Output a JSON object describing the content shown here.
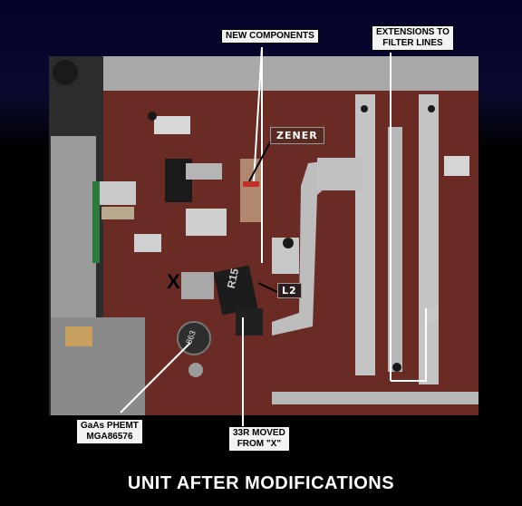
{
  "photo": {
    "subject": "circuit-board-photo",
    "colors": {
      "background": "#000000",
      "substrate": "#6b2b25",
      "metal": "#b9b9b9",
      "callout_bg": "#f3f3f3"
    }
  },
  "labels": {
    "new_components": "NEW COMPONENTS",
    "extensions_line1": "EXTENSIONS TO",
    "extensions_line2": "FILTER LINES",
    "zener": "ZENER",
    "l2": "L2",
    "x_mark": "X",
    "gaas_line1": "GaAs PHEMT",
    "gaas_line2": "MGA86576",
    "resistor_line1": "33R MOVED",
    "resistor_line2": "FROM \"X\"",
    "r15_marking": "R15",
    "chip_marking": "863"
  },
  "caption": "UNIT AFTER MODIFICATIONS"
}
